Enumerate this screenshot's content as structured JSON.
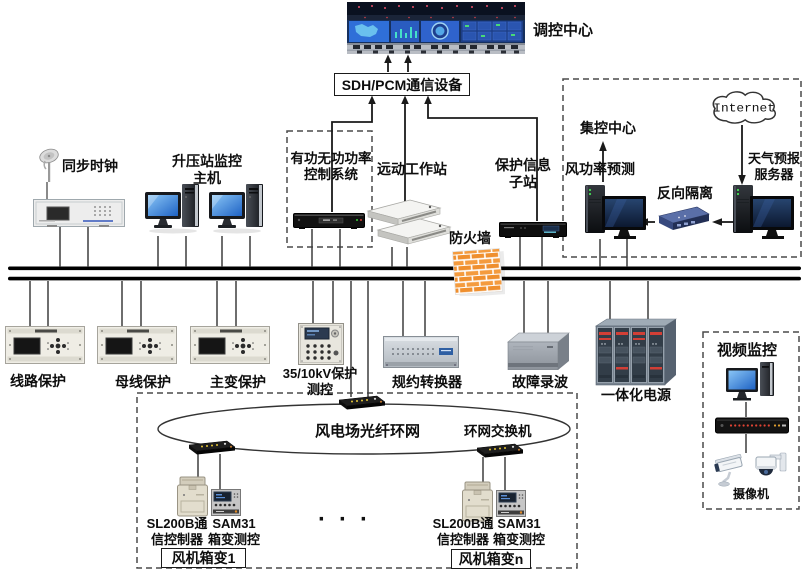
{
  "diagram": {
    "top": {
      "control_center_label": "调控中心",
      "sdh_pcm_label": "SDH/PCM通信设备"
    },
    "station": {
      "sync_clock": "同步时钟",
      "booster_host": "升压站监控主机",
      "agc_avc": "有功无功功率控制系统",
      "remote_workstation": "远动工作站",
      "protection_info_substation": "保护信息子站",
      "firewall": "防火墙"
    },
    "forecast": {
      "central_control": "集控中心",
      "wind_power_forecast": "风功率预测",
      "reverse_isolation": "反向隔离",
      "internet": "Internet",
      "weather_server": "天气预报服务器"
    },
    "bay": {
      "line_protection": "线路保护",
      "busbar_protection": "母线保护",
      "main_transformer_protection": "主变保护",
      "kv35_10_protection": "35/10kV保护测控",
      "protocol_converter": "规约转换器",
      "fault_recorder": "故障录波",
      "integrated_power": "一体化电源"
    },
    "video": {
      "title": "视频监控",
      "camera": "摄像机"
    },
    "ring": {
      "fiber_ring": "风电场光纤环网",
      "ring_switch": "环网交换机",
      "sl200b_controller": "SL200B通信控制器",
      "sam31_measure": "SAM31箱变测控",
      "turbine_box_1": "风机箱变1",
      "turbine_box_n": "风机箱变n",
      "ellipsis": "···"
    }
  },
  "colors": {
    "firewall_brick": "#F49B3E",
    "bus_line": "#000000",
    "monitor_screen_blue": "#2E7FD9",
    "dashed_border": "#4A4A4A"
  }
}
